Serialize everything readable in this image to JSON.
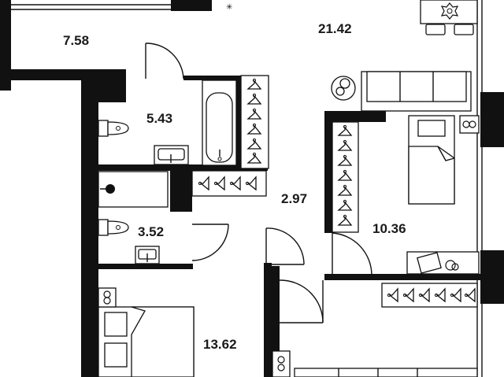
{
  "plan": {
    "rooms": [
      {
        "id": "balcony",
        "area": "7.58"
      },
      {
        "id": "living",
        "area": "21.42"
      },
      {
        "id": "bath-main",
        "area": "5.43"
      },
      {
        "id": "hall",
        "area": "2.97"
      },
      {
        "id": "bath-small",
        "area": "3.52"
      },
      {
        "id": "bedroom-right",
        "area": "10.36"
      },
      {
        "id": "bedroom-left",
        "area": "13.62"
      }
    ],
    "icons": [
      "sofa-icon",
      "bed-icon",
      "bathtub-icon",
      "toilet-icon",
      "sink-icon",
      "wardrobe-icon",
      "desk-icon",
      "table-icon",
      "plant-icon",
      "door-icon"
    ]
  }
}
